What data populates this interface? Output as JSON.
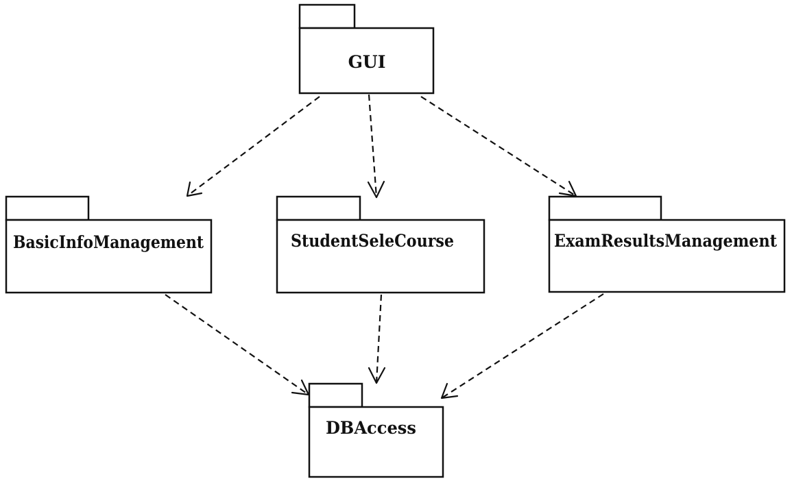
{
  "packages": [
    {
      "id": "gui",
      "name": "GUI"
    },
    {
      "id": "basic",
      "name": "BasicInfoManagement"
    },
    {
      "id": "student",
      "name": "StudentSeleCourse"
    },
    {
      "id": "exam",
      "name": "ExamResultsManagement"
    },
    {
      "id": "db",
      "name": "DBAccess"
    }
  ],
  "dependencies": [
    {
      "from": "gui",
      "to": "basic"
    },
    {
      "from": "gui",
      "to": "student"
    },
    {
      "from": "gui",
      "to": "exam"
    },
    {
      "from": "basic",
      "to": "db"
    },
    {
      "from": "student",
      "to": "db"
    },
    {
      "from": "exam",
      "to": "db"
    }
  ],
  "style": {
    "line_color": "#111111",
    "line_style": "dashed",
    "background": "#ffffff"
  }
}
